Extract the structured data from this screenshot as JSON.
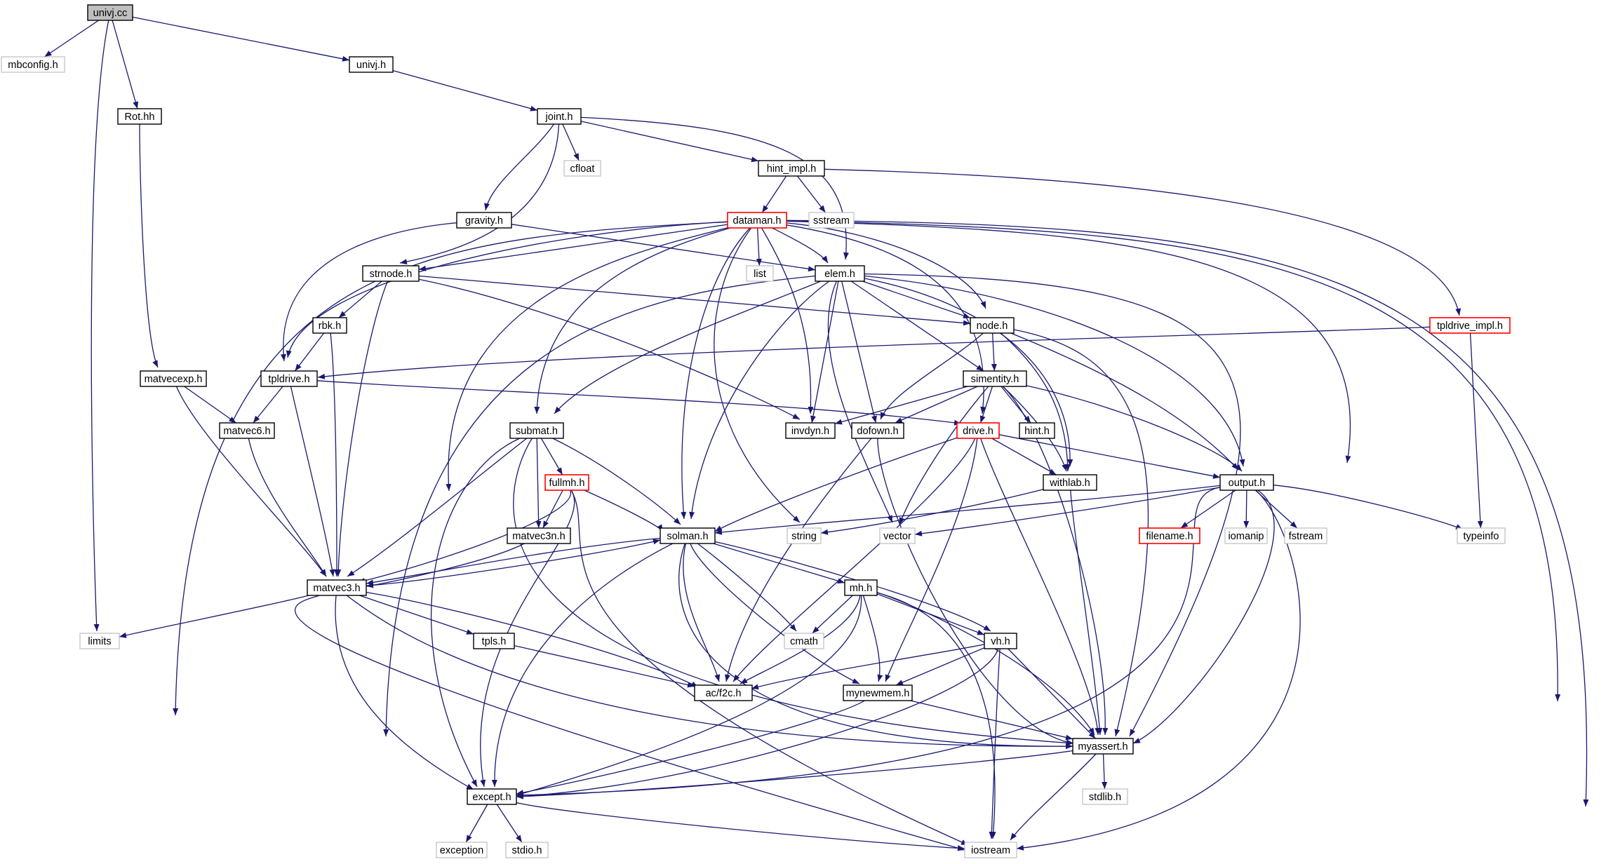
{
  "styles": {
    "edge_color": "#191970",
    "box_black": "#000000",
    "box_gray": "#bfbfbf",
    "box_red": "#ff0000",
    "root_fill": "#bfbfbf",
    "text_color": "#000000"
  },
  "nodes": {
    "univj_cc": {
      "label": "univj.cc",
      "style": "root"
    },
    "mbconfig_h": {
      "label": "mbconfig.h",
      "style": "gray"
    },
    "rot_hh": {
      "label": "Rot.hh",
      "style": "black"
    },
    "univj_h": {
      "label": "univj.h",
      "style": "black"
    },
    "joint_h": {
      "label": "joint.h",
      "style": "black"
    },
    "cfloat": {
      "label": "cfloat",
      "style": "gray"
    },
    "hint_impl_h": {
      "label": "hint_impl.h",
      "style": "black"
    },
    "sstream": {
      "label": "sstream",
      "style": "gray"
    },
    "gravity_h": {
      "label": "gravity.h",
      "style": "black"
    },
    "dataman_h": {
      "label": "dataman.h",
      "style": "red"
    },
    "list": {
      "label": "list",
      "style": "gray"
    },
    "strnode_h": {
      "label": "strnode.h",
      "style": "black"
    },
    "elem_h": {
      "label": "elem.h",
      "style": "black"
    },
    "rbk_h": {
      "label": "rbk.h",
      "style": "black"
    },
    "node_h": {
      "label": "node.h",
      "style": "black"
    },
    "tpldrive_impl_h": {
      "label": "tpldrive_impl.h",
      "style": "red"
    },
    "matvecexp_h": {
      "label": "matvecexp.h",
      "style": "black"
    },
    "tpldrive_h": {
      "label": "tpldrive.h",
      "style": "black"
    },
    "simentity_h": {
      "label": "simentity.h",
      "style": "black"
    },
    "matvec6_h": {
      "label": "matvec6.h",
      "style": "black"
    },
    "submat_h": {
      "label": "submat.h",
      "style": "black"
    },
    "invdyn_h": {
      "label": "invdyn.h",
      "style": "black"
    },
    "dofown_h": {
      "label": "dofown.h",
      "style": "black"
    },
    "drive_h": {
      "label": "drive.h",
      "style": "red"
    },
    "hint_h": {
      "label": "hint.h",
      "style": "black"
    },
    "fullmh_h": {
      "label": "fullmh.h",
      "style": "red"
    },
    "withlab_h": {
      "label": "withlab.h",
      "style": "black"
    },
    "output_h": {
      "label": "output.h",
      "style": "black"
    },
    "matvec3n_h": {
      "label": "matvec3n.h",
      "style": "black"
    },
    "string": {
      "label": "string",
      "style": "gray"
    },
    "vector": {
      "label": "vector",
      "style": "gray"
    },
    "filename_h": {
      "label": "filename.h",
      "style": "red"
    },
    "iomanip": {
      "label": "iomanip",
      "style": "gray"
    },
    "fstream": {
      "label": "fstream",
      "style": "gray"
    },
    "typeinfo": {
      "label": "typeinfo",
      "style": "gray"
    },
    "solman_h": {
      "label": "solman.h",
      "style": "black"
    },
    "matvec3_h": {
      "label": "matvec3.h",
      "style": "black"
    },
    "mh_h": {
      "label": "mh.h",
      "style": "black"
    },
    "limits": {
      "label": "limits",
      "style": "gray"
    },
    "tpls_h": {
      "label": "tpls.h",
      "style": "black"
    },
    "cmath": {
      "label": "cmath",
      "style": "gray"
    },
    "vh_h": {
      "label": "vh.h",
      "style": "black"
    },
    "ac_f2c_h": {
      "label": "ac/f2c.h",
      "style": "black"
    },
    "mynewmem_h": {
      "label": "mynewmem.h",
      "style": "black"
    },
    "myassert_h": {
      "label": "myassert.h",
      "style": "black"
    },
    "stdlib_h": {
      "label": "stdlib.h",
      "style": "gray"
    },
    "except_h": {
      "label": "except.h",
      "style": "black"
    },
    "exception": {
      "label": "exception",
      "style": "gray"
    },
    "stdio_h": {
      "label": "stdio.h",
      "style": "gray"
    },
    "iostream": {
      "label": "iostream",
      "style": "gray"
    }
  },
  "edges": [
    [
      "univj_cc",
      "mbconfig_h"
    ],
    [
      "univj_cc",
      "rot_hh"
    ],
    [
      "univj_cc",
      "univj_h"
    ],
    [
      "univj_cc",
      "limits"
    ],
    [
      "rot_hh",
      "matvecexp_h"
    ],
    [
      "univj_h",
      "joint_h"
    ],
    [
      "joint_h",
      "cfloat"
    ],
    [
      "joint_h",
      "hint_impl_h"
    ],
    [
      "joint_h",
      "gravity_h"
    ],
    [
      "joint_h",
      "strnode_h"
    ],
    [
      "joint_h",
      "elem_h"
    ],
    [
      "hint_impl_h",
      "sstream"
    ],
    [
      "hint_impl_h",
      "dataman_h"
    ],
    [
      "hint_impl_h",
      "tpldrive_impl_h"
    ],
    [
      "gravity_h",
      "elem_h"
    ],
    [
      "gravity_h",
      "tpldrive_h"
    ],
    [
      "dataman_h",
      "list"
    ],
    [
      "dataman_h",
      "strnode_h"
    ],
    [
      "dataman_h",
      "elem_h"
    ],
    [
      "dataman_h",
      "node_h"
    ],
    [
      "dataman_h",
      "tpldrive_h"
    ],
    [
      "dataman_h",
      "submat_h"
    ],
    [
      "dataman_h",
      "solman_h"
    ],
    [
      "dataman_h",
      "string"
    ],
    [
      "dataman_h",
      "invdyn_h"
    ],
    [
      "dataman_h",
      "drive_h"
    ],
    [
      "dataman_h",
      "output_h"
    ],
    [
      "dataman_h",
      "except_h"
    ],
    [
      "dataman_h",
      "mynewmem_h"
    ],
    [
      "dataman_h",
      "myassert_h"
    ],
    [
      "dataman_h",
      "iostream"
    ],
    [
      "strnode_h",
      "rbk_h"
    ],
    [
      "strnode_h",
      "node_h"
    ],
    [
      "strnode_h",
      "invdyn_h"
    ],
    [
      "strnode_h",
      "matvec3_h"
    ],
    [
      "rbk_h",
      "tpldrive_h"
    ],
    [
      "rbk_h",
      "matvec3_h"
    ],
    [
      "elem_h",
      "node_h"
    ],
    [
      "elem_h",
      "simentity_h"
    ],
    [
      "elem_h",
      "withlab_h"
    ],
    [
      "elem_h",
      "output_h"
    ],
    [
      "elem_h",
      "invdyn_h"
    ],
    [
      "elem_h",
      "dofown_h"
    ],
    [
      "elem_h",
      "vector"
    ],
    [
      "elem_h",
      "submat_h"
    ],
    [
      "elem_h",
      "solman_h"
    ],
    [
      "elem_h",
      "except_h"
    ],
    [
      "elem_h",
      "myassert_h"
    ],
    [
      "node_h",
      "simentity_h"
    ],
    [
      "node_h",
      "dofown_h"
    ],
    [
      "node_h",
      "withlab_h"
    ],
    [
      "node_h",
      "output_h"
    ],
    [
      "node_h",
      "myassert_h"
    ],
    [
      "tpldrive_impl_h",
      "tpldrive_h"
    ],
    [
      "tpldrive_impl_h",
      "typeinfo"
    ],
    [
      "matvecexp_h",
      "matvec6_h"
    ],
    [
      "matvecexp_h",
      "matvec3_h"
    ],
    [
      "tpldrive_h",
      "matvec6_h"
    ],
    [
      "tpldrive_h",
      "drive_h"
    ],
    [
      "tpldrive_h",
      "matvec3_h"
    ],
    [
      "simentity_h",
      "invdyn_h"
    ],
    [
      "simentity_h",
      "dofown_h"
    ],
    [
      "simentity_h",
      "drive_h"
    ],
    [
      "simentity_h",
      "hint_h"
    ],
    [
      "simentity_h",
      "withlab_h"
    ],
    [
      "simentity_h",
      "output_h"
    ],
    [
      "simentity_h",
      "vector"
    ],
    [
      "simentity_h",
      "myassert_h"
    ],
    [
      "matvec6_h",
      "matvec3_h"
    ],
    [
      "submat_h",
      "fullmh_h"
    ],
    [
      "submat_h",
      "matvec3n_h"
    ],
    [
      "submat_h",
      "solman_h"
    ],
    [
      "submat_h",
      "matvec3_h"
    ],
    [
      "submat_h",
      "except_h"
    ],
    [
      "submat_h",
      "myassert_h"
    ],
    [
      "dofown_h",
      "ac_f2c_h"
    ],
    [
      "dofown_h",
      "myassert_h"
    ],
    [
      "drive_h",
      "withlab_h"
    ],
    [
      "drive_h",
      "output_h"
    ],
    [
      "drive_h",
      "solman_h"
    ],
    [
      "drive_h",
      "ac_f2c_h"
    ],
    [
      "drive_h",
      "mynewmem_h"
    ],
    [
      "drive_h",
      "myassert_h"
    ],
    [
      "fullmh_h",
      "matvec3n_h"
    ],
    [
      "fullmh_h",
      "solman_h"
    ],
    [
      "fullmh_h",
      "matvec3_h"
    ],
    [
      "fullmh_h",
      "except_h"
    ],
    [
      "fullmh_h",
      "iostream"
    ],
    [
      "withlab_h",
      "string"
    ],
    [
      "withlab_h",
      "myassert_h"
    ],
    [
      "output_h",
      "filename_h"
    ],
    [
      "output_h",
      "iomanip"
    ],
    [
      "output_h",
      "fstream"
    ],
    [
      "output_h",
      "typeinfo"
    ],
    [
      "output_h",
      "vector"
    ],
    [
      "output_h",
      "solman_h"
    ],
    [
      "output_h",
      "myassert_h"
    ],
    [
      "output_h",
      "except_h"
    ],
    [
      "output_h",
      "iostream"
    ],
    [
      "matvec3n_h",
      "matvec3_h"
    ],
    [
      "solman_h",
      "matvec3_h"
    ],
    [
      "solman_h",
      "mh_h"
    ],
    [
      "solman_h",
      "vh_h"
    ],
    [
      "solman_h",
      "cmath"
    ],
    [
      "solman_h",
      "ac_f2c_h"
    ],
    [
      "solman_h",
      "mynewmem_h"
    ],
    [
      "solman_h",
      "myassert_h"
    ],
    [
      "solman_h",
      "except_h"
    ],
    [
      "matvec3_h",
      "limits"
    ],
    [
      "matvec3_h",
      "tpls_h"
    ],
    [
      "matvec3_h",
      "ac_f2c_h"
    ],
    [
      "matvec3_h",
      "solman_h"
    ],
    [
      "matvec3_h",
      "except_h"
    ],
    [
      "matvec3_h",
      "myassert_h"
    ],
    [
      "matvec3_h",
      "iostream"
    ],
    [
      "mh_h",
      "cmath"
    ],
    [
      "mh_h",
      "vh_h"
    ],
    [
      "mh_h",
      "ac_f2c_h"
    ],
    [
      "mh_h",
      "mynewmem_h"
    ],
    [
      "mh_h",
      "myassert_h"
    ],
    [
      "mh_h",
      "except_h"
    ],
    [
      "mh_h",
      "iostream"
    ],
    [
      "tpls_h",
      "ac_f2c_h"
    ],
    [
      "vh_h",
      "ac_f2c_h"
    ],
    [
      "vh_h",
      "mynewmem_h"
    ],
    [
      "vh_h",
      "myassert_h"
    ],
    [
      "vh_h",
      "except_h"
    ],
    [
      "vh_h",
      "iostream"
    ],
    [
      "mynewmem_h",
      "myassert_h"
    ],
    [
      "mynewmem_h",
      "except_h"
    ],
    [
      "myassert_h",
      "stdlib_h"
    ],
    [
      "myassert_h",
      "except_h"
    ],
    [
      "myassert_h",
      "iostream"
    ],
    [
      "except_h",
      "exception"
    ],
    [
      "except_h",
      "stdio_h"
    ],
    [
      "except_h",
      "iostream"
    ]
  ]
}
